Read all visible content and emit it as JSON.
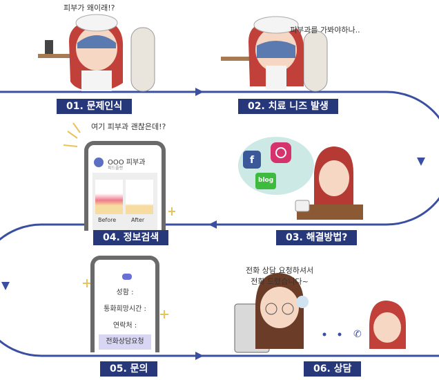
{
  "steps": [
    {
      "label": "01. 문제인식",
      "speech": "피부가 왜이래!?"
    },
    {
      "label": "02. 치료 니즈 발생",
      "speech": "피부과를 가봐야하나.."
    },
    {
      "label": "03. 해결방법?",
      "sns": [
        "f",
        "blog"
      ]
    },
    {
      "label": "04. 정보검색",
      "speech": "여기 피부과 괜찮은데!?"
    },
    {
      "label": "05. 문의"
    },
    {
      "label": "06. 상담",
      "speech_line1": "전화 상담 요청하셔서",
      "speech_line2": "전화 드렸습니다~"
    }
  ],
  "phone_search": {
    "clinic": "OOO 피부과",
    "sub": "피드플랜",
    "before": "Before",
    "after": "After"
  },
  "phone_form": {
    "name": "성함 :",
    "time": "통화희망시간 :",
    "contact": "연락처 :",
    "button": "전화상담요청"
  },
  "colors": {
    "line": "#3a4fa2",
    "label_bg": "#27387a"
  }
}
